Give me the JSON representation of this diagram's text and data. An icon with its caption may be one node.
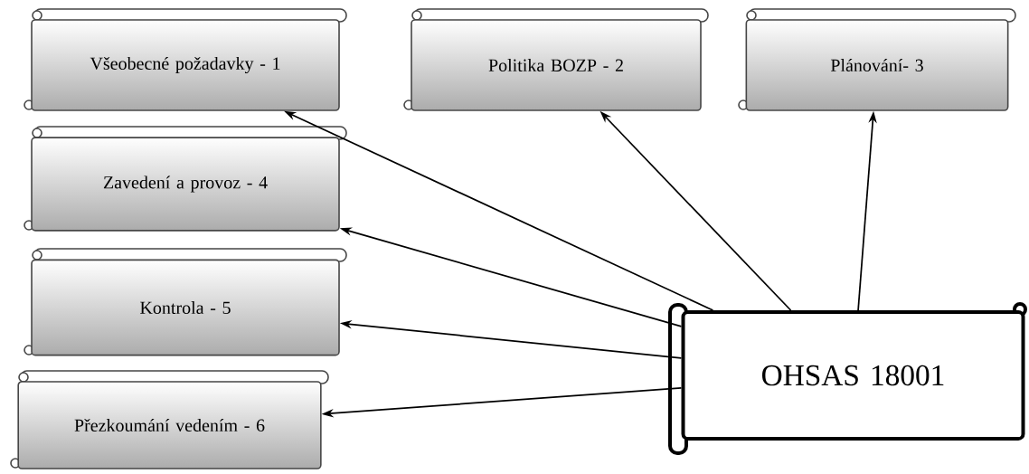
{
  "diagram": {
    "nodes": [
      {
        "text": [
          "Všeobecné požadavky - 1"
        ]
      },
      {
        "text": [
          "Politika BOZP - 2"
        ]
      },
      {
        "text": [
          "Plánování- 3"
        ]
      },
      {
        "text": [
          "Zavedení a provoz - 4"
        ]
      },
      {
        "text": [
          "Kontrola - 5"
        ]
      },
      {
        "text": [
          "Přezkoumání vedením - 6"
        ]
      },
      {
        "text": [
          "OHSAS 18001"
        ]
      }
    ],
    "edges": [
      {
        "from": 6,
        "to": 1,
        "arrow": "to"
      },
      {
        "from": 6,
        "to": 2,
        "arrow": "to"
      },
      {
        "from": 6,
        "to": 0,
        "arrow": "to"
      },
      {
        "from": 6,
        "to": 3,
        "arrow": "to"
      },
      {
        "from": 6,
        "to": 4,
        "arrow": "to"
      },
      {
        "from": 6,
        "to": 5,
        "arrow": "to"
      }
    ]
  }
}
